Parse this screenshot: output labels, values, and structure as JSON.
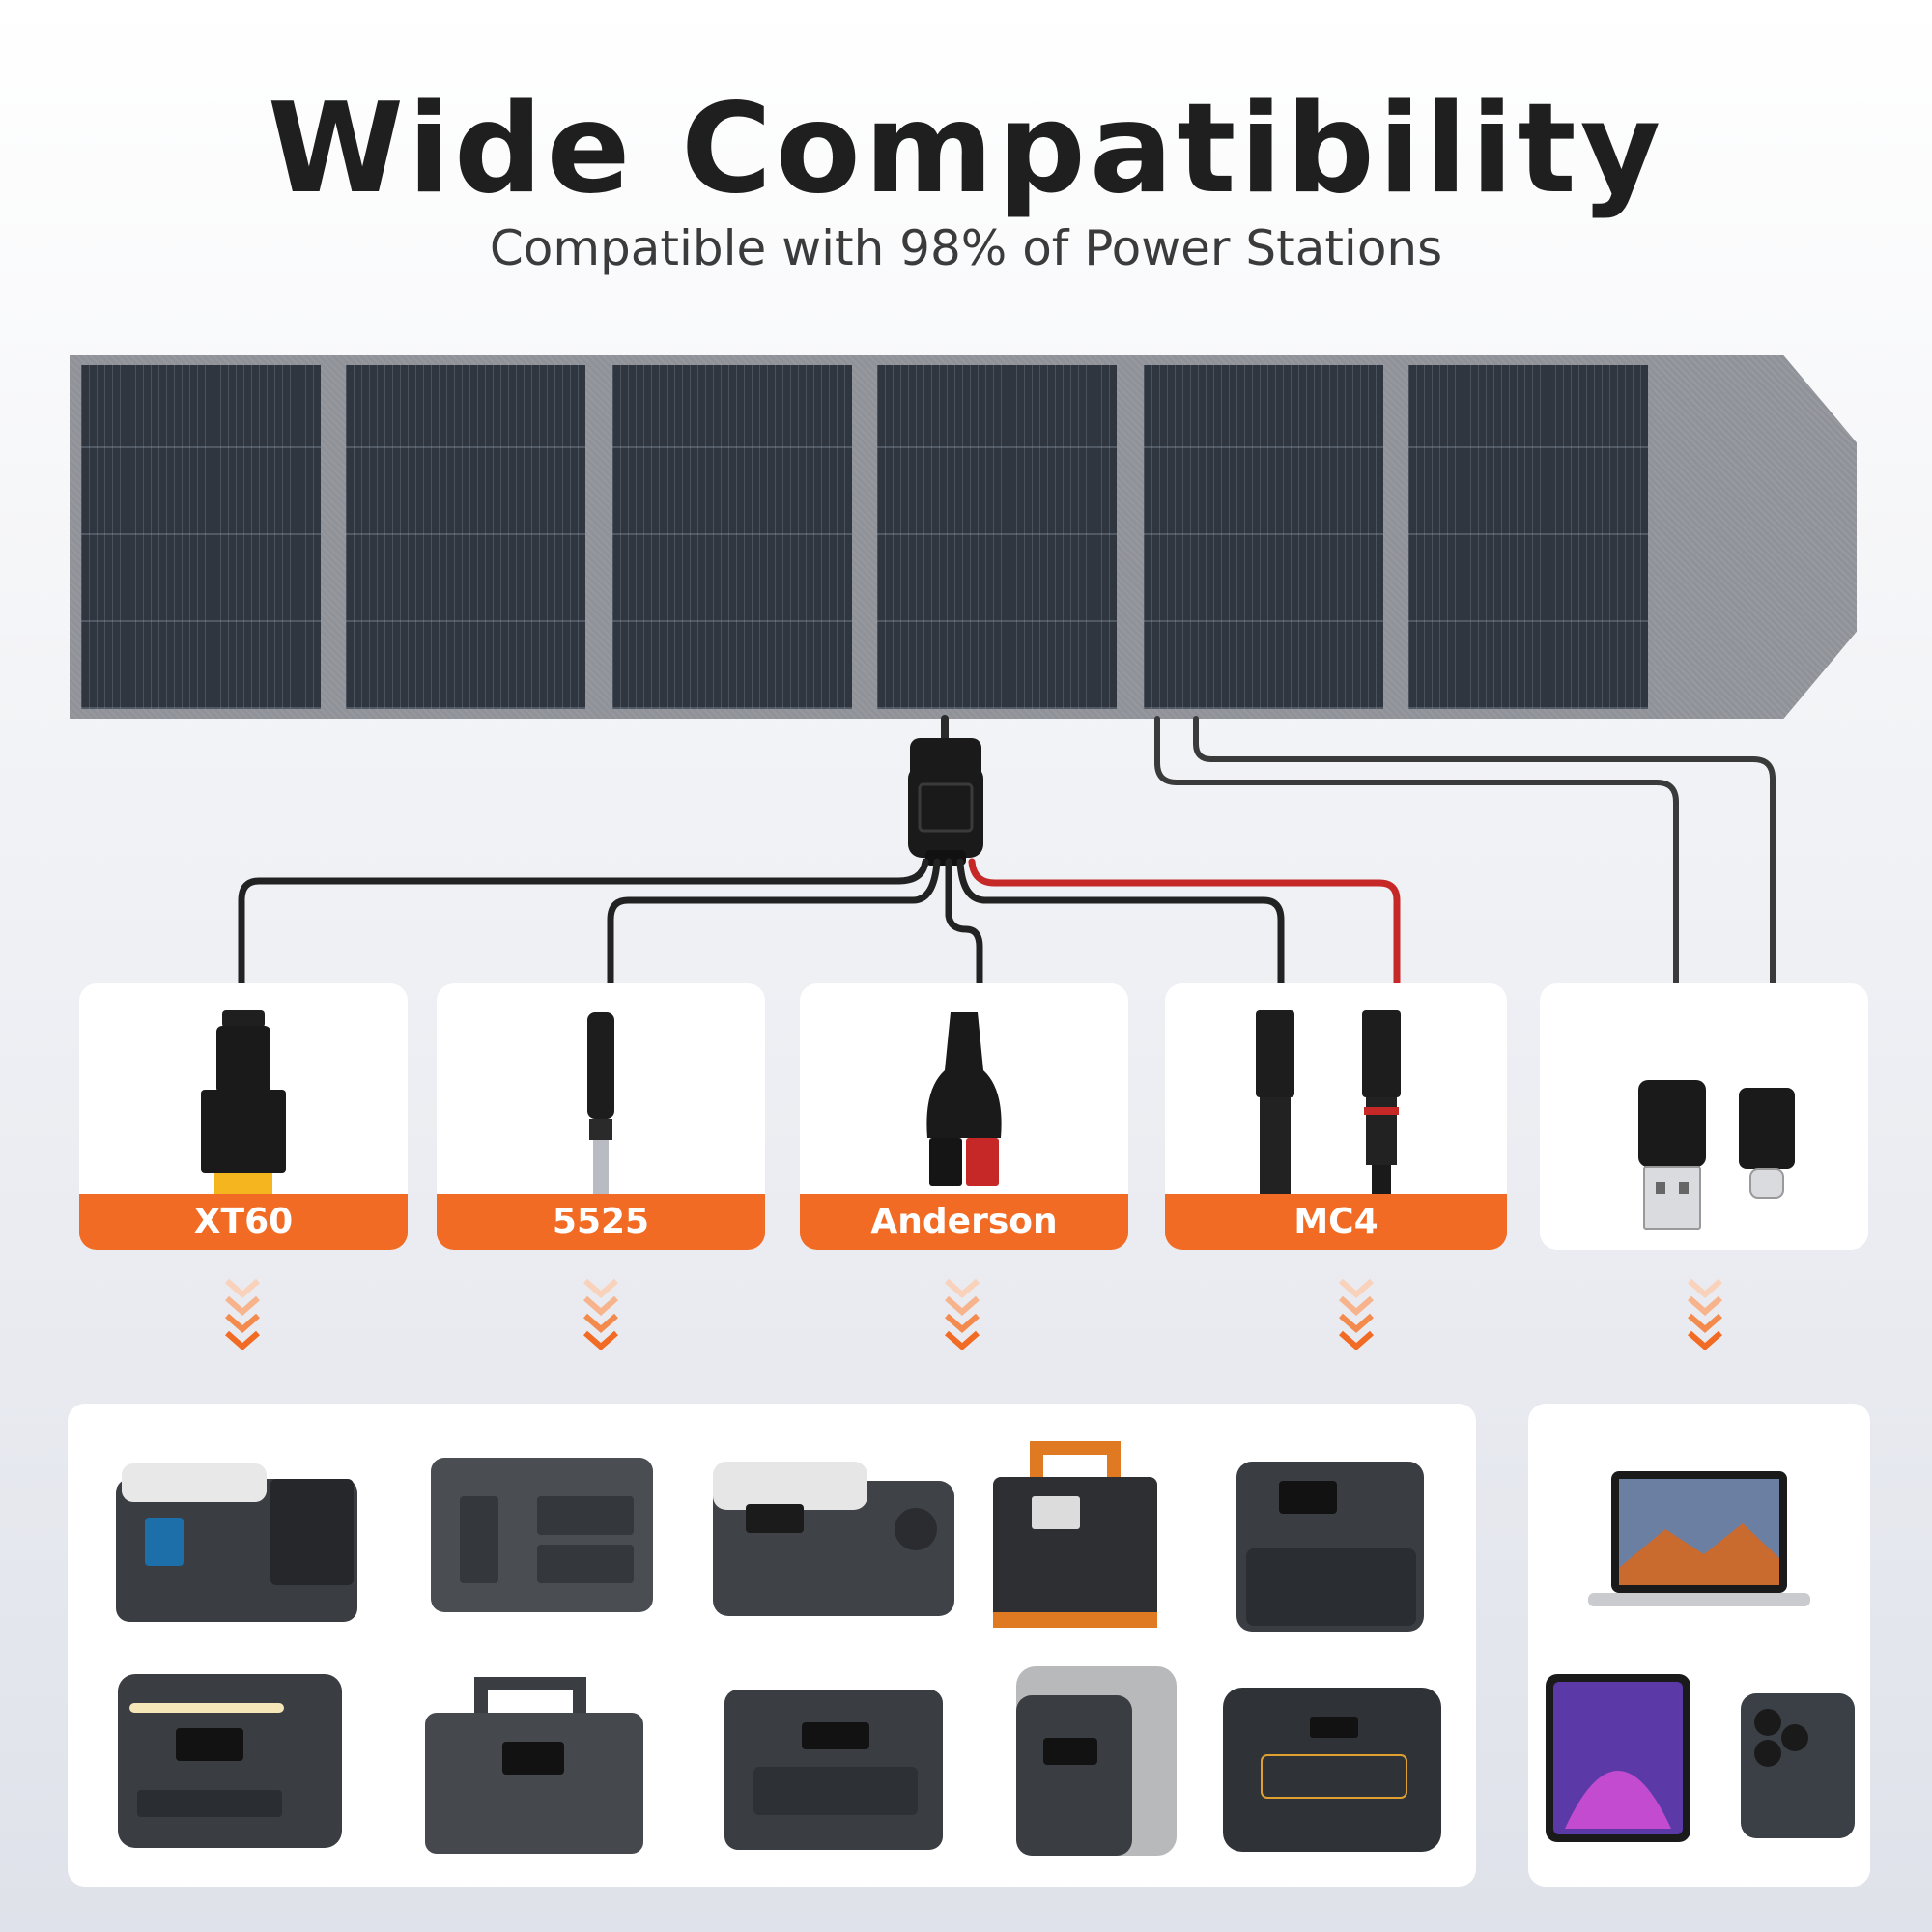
{
  "header": {
    "title": "Wide Compatibility",
    "subtitle": "Compatible with 98% of Power Stations"
  },
  "connectors": [
    {
      "label": "XT60"
    },
    {
      "label": "5525"
    },
    {
      "label": "Anderson"
    },
    {
      "label": "MC4"
    },
    {
      "label": ""
    }
  ],
  "colors": {
    "accent": "#f26b24",
    "panel_cell": "#2f3640",
    "panel_fabric": "#8f9298",
    "cable": "#2b2b2b",
    "cable_red": "#c62828"
  },
  "icons": [
    "solar-panel",
    "y-splitter",
    "xt60-plug",
    "dc5525-plug",
    "anderson-plug",
    "mc4-plug",
    "usb-a-plug",
    "usb-c-plug",
    "down-arrows",
    "power-station",
    "laptop",
    "tablet",
    "phone"
  ]
}
